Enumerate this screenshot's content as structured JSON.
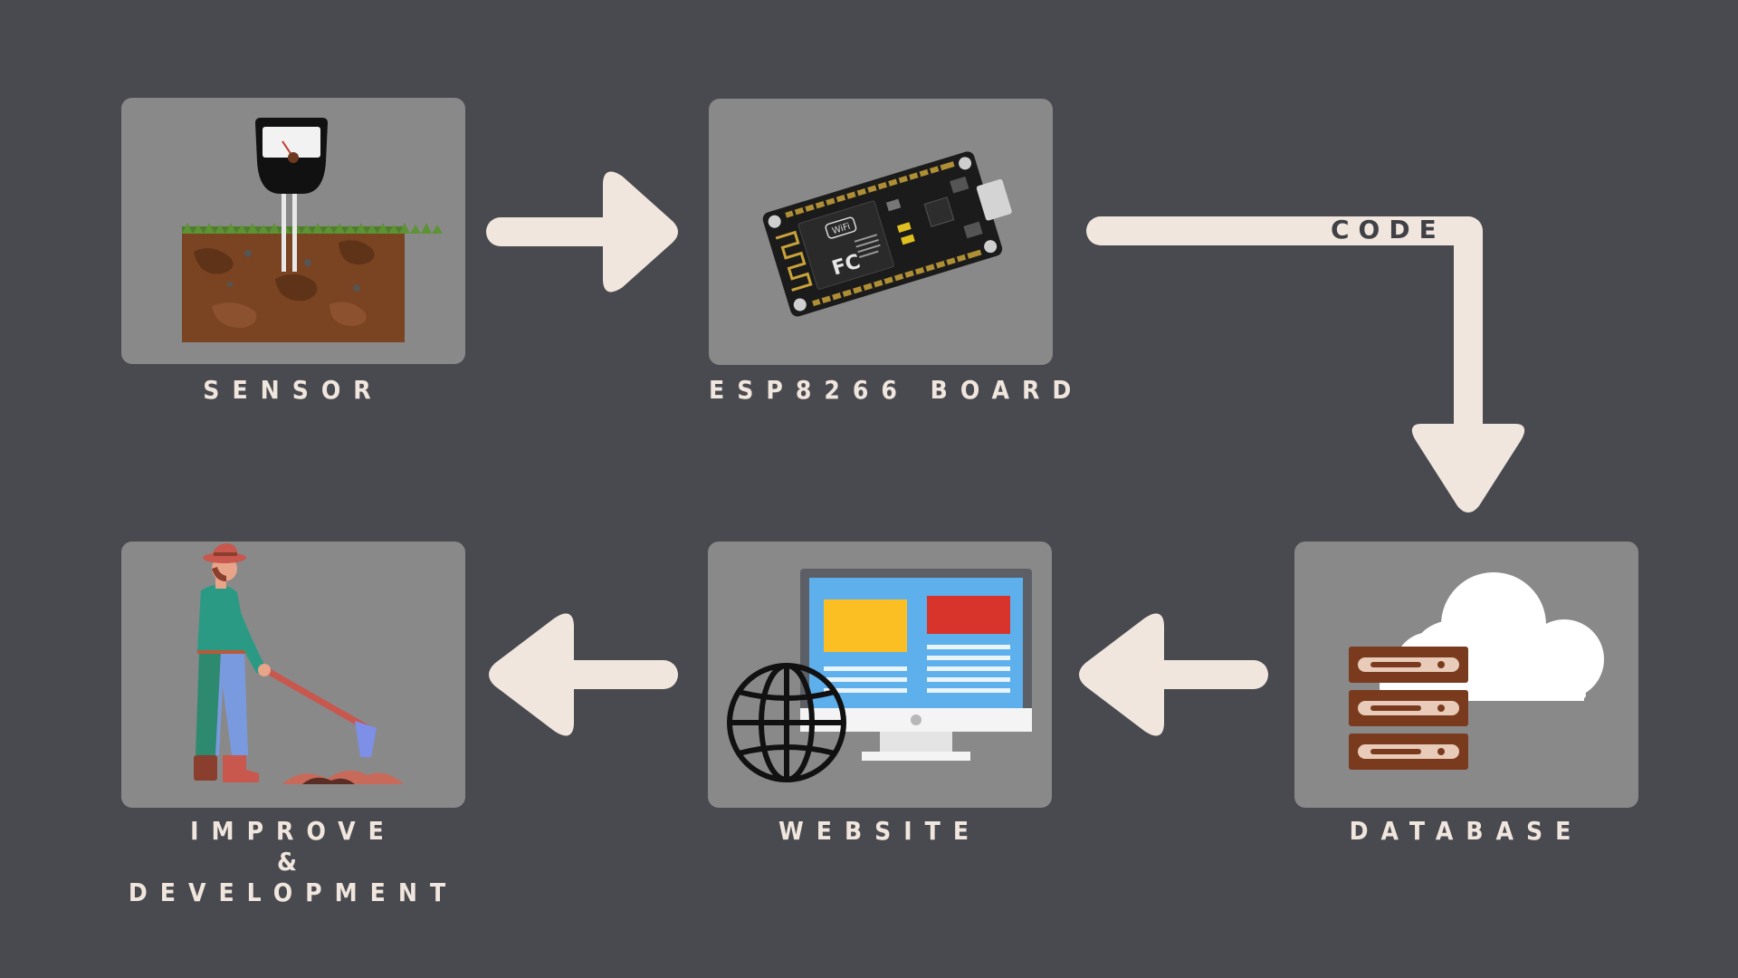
{
  "diagram": {
    "nodes": {
      "sensor": {
        "label": "SENSOR"
      },
      "esp_board": {
        "label": "ESP8266 BOARD"
      },
      "database": {
        "label": "DATABASE"
      },
      "website": {
        "label": "WEBSITE"
      },
      "improve": {
        "label_lines": [
          "IMPROVE",
          "&",
          "DEVELOPMENT"
        ]
      }
    },
    "edges": [
      {
        "from": "sensor",
        "to": "esp_board",
        "label": ""
      },
      {
        "from": "esp_board",
        "to": "database",
        "label": "CODE"
      },
      {
        "from": "database",
        "to": "website",
        "label": ""
      },
      {
        "from": "website",
        "to": "improve",
        "label": ""
      }
    ],
    "chip_marks": {
      "wifi": "WiFi",
      "fc": "FC"
    }
  },
  "colors": {
    "background": "#484a50",
    "card": "#8a898a",
    "arrow": "#f1e6dd",
    "label": "#f1e6dd"
  }
}
